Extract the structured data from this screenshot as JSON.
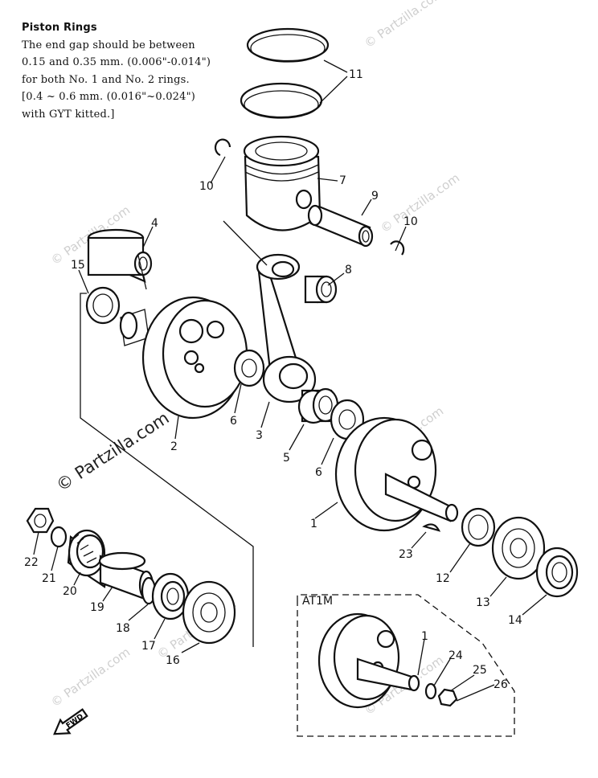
{
  "note": {
    "title": "Piston Rings",
    "lines": [
      "The end gap should be between",
      "0.15 and 0.35 mm. (0.006\"-0.014\")",
      "for both No. 1 and No. 2 rings.",
      "[0.4 ~ 0.6 mm. (0.016\"~0.024\")",
      "with GYT kitted.]"
    ]
  },
  "callouts": [
    "11",
    "7",
    "10",
    "9",
    "10",
    "4",
    "8",
    "15",
    "6",
    "3",
    "2",
    "5",
    "6",
    "1",
    "23",
    "12",
    "13",
    "14",
    "22",
    "21",
    "20",
    "19",
    "18",
    "17",
    "16",
    "1",
    "24",
    "25",
    "26"
  ],
  "inset_label": "AT1M",
  "fwd_label": "FWD",
  "watermark": "© Partzilla.com"
}
